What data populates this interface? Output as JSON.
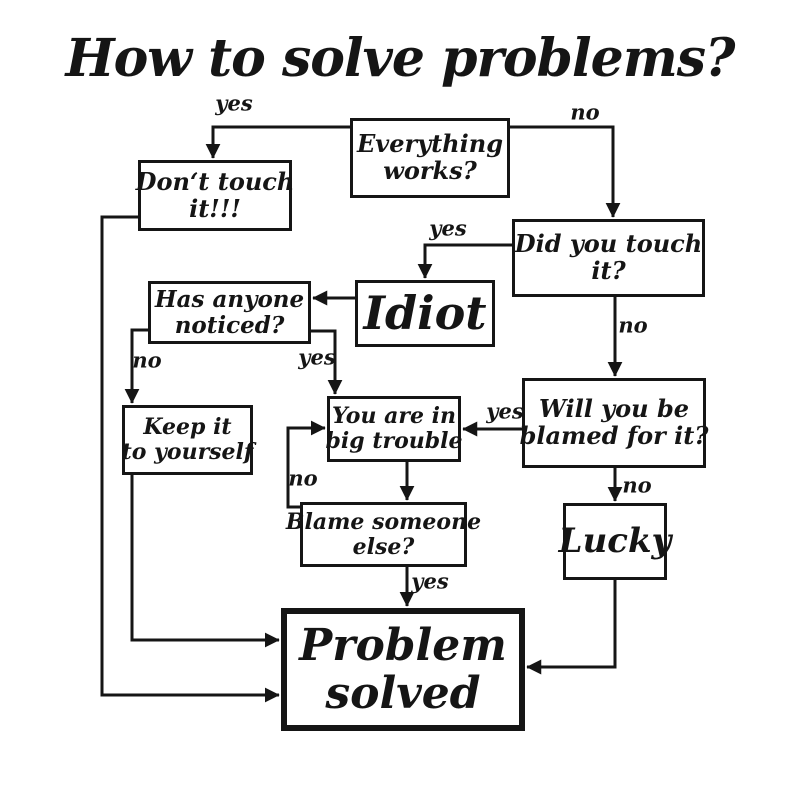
{
  "title": "How to solve problems?",
  "colors": {
    "ink": "#151515",
    "paper": "#ffffff"
  },
  "nodes": {
    "everything_works": {
      "label": "Everything works?",
      "lines": [
        "Everything",
        "works?"
      ]
    },
    "dont_touch": {
      "label": "Don‘t touch it!!!",
      "lines": [
        "Don‘t touch",
        "it!!!"
      ]
    },
    "did_you_touch": {
      "label": "Did you touch it?",
      "lines": [
        "Did you touch",
        "it?"
      ]
    },
    "idiot": {
      "label": "Idiot",
      "lines": [
        "Idiot"
      ]
    },
    "has_anyone": {
      "label": "Has anyone noticed?",
      "lines": [
        "Has anyone",
        "noticed?"
      ]
    },
    "keep_it": {
      "label": "Keep it to yourself",
      "lines": [
        "Keep it",
        "to yourself"
      ]
    },
    "big_trouble": {
      "label": "You are in big trouble",
      "lines": [
        "You are in",
        "big trouble"
      ]
    },
    "blamed": {
      "label": "Will you be blamed for it?",
      "lines": [
        "Will you be",
        "blamed for it?"
      ]
    },
    "blame_else": {
      "label": "Blame someone else?",
      "lines": [
        "Blame someone",
        "else?"
      ]
    },
    "lucky": {
      "label": "Lucky",
      "lines": [
        "Lucky"
      ]
    },
    "problem_solved": {
      "label": "Problem solved",
      "lines": [
        "Problem",
        "solved"
      ]
    }
  },
  "edges": {
    "works_yes": {
      "label": "yes"
    },
    "works_no": {
      "label": "no"
    },
    "touch_yes": {
      "label": "yes"
    },
    "touch_no": {
      "label": "no"
    },
    "noticed_no": {
      "label": "no"
    },
    "noticed_yes": {
      "label": "yes"
    },
    "blamed_yes": {
      "label": "yes"
    },
    "blamed_no": {
      "label": "no"
    },
    "blame_no": {
      "label": "no"
    },
    "blame_yes": {
      "label": "yes"
    }
  }
}
